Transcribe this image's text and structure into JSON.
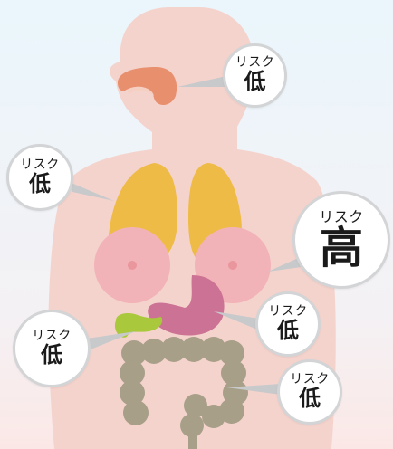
{
  "colors": {
    "background_top": "#eaf6fc",
    "background_bottom": "#fbe8e6",
    "skin": "#f5d3cd",
    "nose": "#e88f6d",
    "lungs": "#efbb47",
    "breast": "#f2b3b8",
    "stomach": "#cc7294",
    "pancreas": "#a9c83c",
    "intestine": "#a79f87",
    "pointer": "#c7c9cb"
  },
  "callouts": {
    "nose": {
      "label": "リスク",
      "level": "低"
    },
    "lung": {
      "label": "リスク",
      "level": "低"
    },
    "breast": {
      "label": "リスク",
      "level": "高"
    },
    "stomach": {
      "label": "リスク",
      "level": "低"
    },
    "pancreas": {
      "label": "リスク",
      "level": "低"
    },
    "intestine": {
      "label": "リスク",
      "level": "低"
    }
  }
}
